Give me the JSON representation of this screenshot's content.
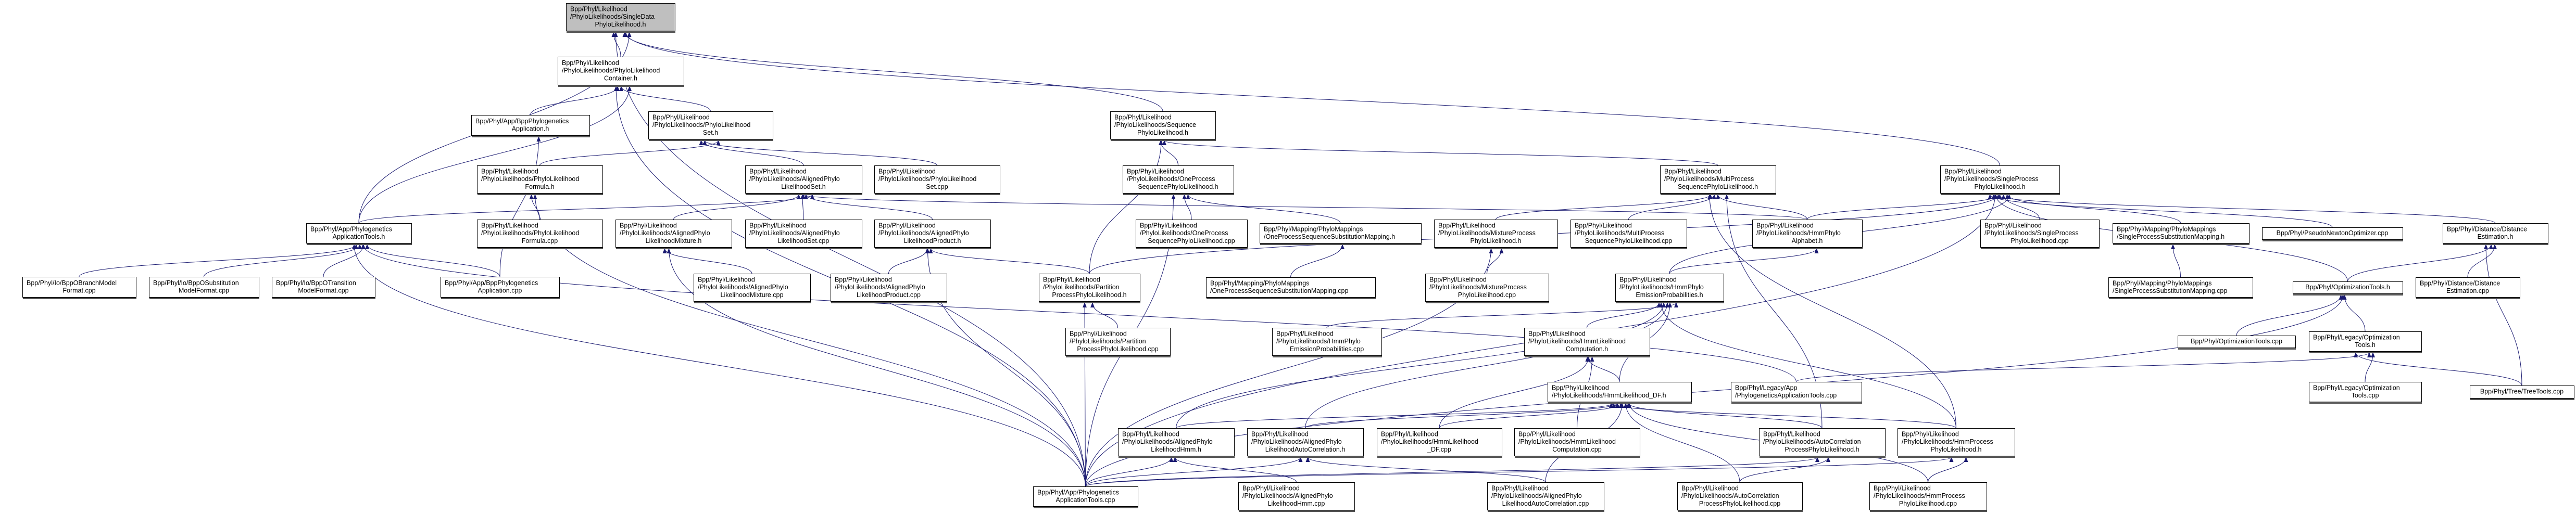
{
  "graph": {
    "edge_color": "#191970",
    "highlight_color": "#bfbfbf",
    "nodes": [
      {
        "id": 0,
        "lines": [
          "Bpp/Phyl/Likelihood",
          "/PhyloLikelihoods/SingleData",
          "PhyloLikelihood.h"
        ],
        "highlighted": true
      },
      {
        "id": 1,
        "lines": [
          "Bpp/Phyl/Likelihood",
          "/PhyloLikelihoods/PhyloLikelihood",
          "Container.h"
        ]
      },
      {
        "id": 2,
        "lines": [
          "Bpp/Phyl/App/BppPhylogenetics",
          "Application.h"
        ]
      },
      {
        "id": 3,
        "lines": [
          "Bpp/Phyl/Likelihood",
          "/PhyloLikelihoods/PhyloLikelihood",
          "Set.h"
        ]
      },
      {
        "id": 4,
        "lines": [
          "Bpp/Phyl/Likelihood",
          "/PhyloLikelihoods/Sequence",
          "PhyloLikelihood.h"
        ]
      },
      {
        "id": 5,
        "lines": [
          "Bpp/Phyl/Likelihood",
          "/PhyloLikelihoods/PhyloLikelihood",
          "Formula.h"
        ]
      },
      {
        "id": 6,
        "lines": [
          "Bpp/Phyl/Likelihood",
          "/PhyloLikelihoods/AlignedPhylo",
          "LikelihoodSet.h"
        ]
      },
      {
        "id": 7,
        "lines": [
          "Bpp/Phyl/Likelihood",
          "/PhyloLikelihoods/PhyloLikelihood",
          "Set.cpp"
        ]
      },
      {
        "id": 8,
        "lines": [
          "Bpp/Phyl/Likelihood",
          "/PhyloLikelihoods/OneProcess",
          "SequencePhyloLikelihood.h"
        ]
      },
      {
        "id": 9,
        "lines": [
          "Bpp/Phyl/Likelihood",
          "/PhyloLikelihoods/MultiProcess",
          "SequencePhyloLikelihood.h"
        ]
      },
      {
        "id": 10,
        "lines": [
          "Bpp/Phyl/Likelihood",
          "/PhyloLikelihoods/SingleProcess",
          "PhyloLikelihood.h"
        ]
      },
      {
        "id": 11,
        "lines": [
          "Bpp/Phyl/App/Phylogenetics",
          "ApplicationTools.h"
        ]
      },
      {
        "id": 12,
        "lines": [
          "Bpp/Phyl/Likelihood",
          "/PhyloLikelihoods/PhyloLikelihood",
          "Formula.cpp"
        ]
      },
      {
        "id": 13,
        "lines": [
          "Bpp/Phyl/Likelihood",
          "/PhyloLikelihoods/AlignedPhylo",
          "LikelihoodMixture.h"
        ]
      },
      {
        "id": 14,
        "lines": [
          "Bpp/Phyl/Likelihood",
          "/PhyloLikelihoods/AlignedPhylo",
          "LikelihoodSet.cpp"
        ]
      },
      {
        "id": 15,
        "lines": [
          "Bpp/Phyl/Likelihood",
          "/PhyloLikelihoods/AlignedPhylo",
          "LikelihoodProduct.h"
        ]
      },
      {
        "id": 16,
        "lines": [
          "Bpp/Phyl/Likelihood",
          "/PhyloLikelihoods/OneProcess",
          "SequencePhyloLikelihood.cpp"
        ]
      },
      {
        "id": 17,
        "lines": [
          "Bpp/Phyl/Mapping/PhyloMappings",
          "/OneProcessSequenceSubstitutionMapping.h"
        ]
      },
      {
        "id": 18,
        "lines": [
          "Bpp/Phyl/Likelihood",
          "/PhyloLikelihoods/MixtureProcess",
          "PhyloLikelihood.h"
        ]
      },
      {
        "id": 19,
        "lines": [
          "Bpp/Phyl/Likelihood",
          "/PhyloLikelihoods/MultiProcess",
          "SequencePhyloLikelihood.cpp"
        ]
      },
      {
        "id": 20,
        "lines": [
          "Bpp/Phyl/Likelihood",
          "/PhyloLikelihoods/HmmPhylo",
          "Alphabet.h"
        ]
      },
      {
        "id": 21,
        "lines": [
          "Bpp/Phyl/Likelihood",
          "/PhyloLikelihoods/SingleProcess",
          "PhyloLikelihood.cpp"
        ]
      },
      {
        "id": 22,
        "lines": [
          "Bpp/Phyl/Mapping/PhyloMappings",
          "/SingleProcessSubstitutionMapping.h"
        ]
      },
      {
        "id": 23,
        "lines": [
          "Bpp/Phyl/PseudoNewtonOptimizer.cpp"
        ]
      },
      {
        "id": 24,
        "lines": [
          "Bpp/Phyl/Distance/Distance",
          "Estimation.h"
        ]
      },
      {
        "id": 25,
        "lines": [
          "Bpp/Phyl/Io/BppOBranchModel",
          "Format.cpp"
        ]
      },
      {
        "id": 26,
        "lines": [
          "Bpp/Phyl/Io/BppOSubstitution",
          "ModelFormat.cpp"
        ]
      },
      {
        "id": 27,
        "lines": [
          "Bpp/Phyl/Io/BppOTransition",
          "ModelFormat.cpp"
        ]
      },
      {
        "id": 28,
        "lines": [
          "Bpp/Phyl/App/BppPhylogenetics",
          "Application.cpp"
        ]
      },
      {
        "id": 29,
        "lines": [
          "Bpp/Phyl/Likelihood",
          "/PhyloLikelihoods/AlignedPhylo",
          "LikelihoodMixture.cpp"
        ]
      },
      {
        "id": 30,
        "lines": [
          "Bpp/Phyl/Likelihood",
          "/PhyloLikelihoods/AlignedPhylo",
          "LikelihoodProduct.cpp"
        ]
      },
      {
        "id": 31,
        "lines": [
          "Bpp/Phyl/Likelihood",
          "/PhyloLikelihoods/Partition",
          "ProcessPhyloLikelihood.h"
        ]
      },
      {
        "id": 32,
        "lines": [
          "Bpp/Phyl/Mapping/PhyloMappings",
          "/OneProcessSequenceSubstitutionMapping.cpp"
        ]
      },
      {
        "id": 33,
        "lines": [
          "Bpp/Phyl/Likelihood",
          "/PhyloLikelihoods/MixtureProcess",
          "PhyloLikelihood.cpp"
        ]
      },
      {
        "id": 34,
        "lines": [
          "Bpp/Phyl/Likelihood",
          "/PhyloLikelihoods/HmmPhylo",
          "EmissionProbabilities.h"
        ]
      },
      {
        "id": 35,
        "lines": [
          "Bpp/Phyl/Mapping/PhyloMappings",
          "/SingleProcessSubstitutionMapping.cpp"
        ]
      },
      {
        "id": 36,
        "lines": [
          "Bpp/Phyl/OptimizationTools.h"
        ]
      },
      {
        "id": 37,
        "lines": [
          "Bpp/Phyl/Distance/Distance",
          "Estimation.cpp"
        ]
      },
      {
        "id": 38,
        "lines": [
          "Bpp/Phyl/Likelihood",
          "/PhyloLikelihoods/Partition",
          "ProcessPhyloLikelihood.cpp"
        ]
      },
      {
        "id": 39,
        "lines": [
          "Bpp/Phyl/Likelihood",
          "/PhyloLikelihoods/HmmPhylo",
          "EmissionProbabilities.cpp"
        ]
      },
      {
        "id": 40,
        "lines": [
          "Bpp/Phyl/Likelihood",
          "/PhyloLikelihoods/HmmLikelihood",
          "Computation.h"
        ]
      },
      {
        "id": 41,
        "lines": [
          "Bpp/Phyl/OptimizationTools.cpp"
        ]
      },
      {
        "id": 42,
        "lines": [
          "Bpp/Phyl/Legacy/Optimization",
          "Tools.h"
        ]
      },
      {
        "id": 43,
        "lines": [
          "Bpp/Phyl/Likelihood",
          "/PhyloLikelihoods/HmmLikelihood_DF.h"
        ]
      },
      {
        "id": 44,
        "lines": [
          "Bpp/Phyl/Legacy/App",
          "/PhylogeneticsApplicationTools.cpp"
        ]
      },
      {
        "id": 45,
        "lines": [
          "Bpp/Phyl/Legacy/Optimization",
          "Tools.cpp"
        ]
      },
      {
        "id": 46,
        "lines": [
          "Bpp/Phyl/Tree/TreeTools.cpp"
        ]
      },
      {
        "id": 47,
        "lines": [
          "Bpp/Phyl/Likelihood",
          "/PhyloLikelihoods/AlignedPhylo",
          "LikelihoodHmm.h"
        ]
      },
      {
        "id": 48,
        "lines": [
          "Bpp/Phyl/Likelihood",
          "/PhyloLikelihoods/AlignedPhylo",
          "LikelihoodAutoCorrelation.h"
        ]
      },
      {
        "id": 49,
        "lines": [
          "Bpp/Phyl/Likelihood",
          "/PhyloLikelihoods/HmmLikelihood",
          "_DF.cpp"
        ]
      },
      {
        "id": 50,
        "lines": [
          "Bpp/Phyl/Likelihood",
          "/PhyloLikelihoods/HmmLikelihood",
          "Computation.cpp"
        ]
      },
      {
        "id": 51,
        "lines": [
          "Bpp/Phyl/Likelihood",
          "/PhyloLikelihoods/AutoCorrelation",
          "ProcessPhyloLikelihood.h"
        ]
      },
      {
        "id": 52,
        "lines": [
          "Bpp/Phyl/Likelihood",
          "/PhyloLikelihoods/HmmProcess",
          "PhyloLikelihood.h"
        ]
      },
      {
        "id": 53,
        "lines": [
          "Bpp/Phyl/App/Phylogenetics",
          "ApplicationTools.cpp"
        ]
      },
      {
        "id": 54,
        "lines": [
          "Bpp/Phyl/Likelihood",
          "/PhyloLikelihoods/AlignedPhylo",
          "LikelihoodHmm.cpp"
        ]
      },
      {
        "id": 55,
        "lines": [
          "Bpp/Phyl/Likelihood",
          "/PhyloLikelihoods/AlignedPhylo",
          "LikelihoodAutoCorrelation.cpp"
        ]
      },
      {
        "id": 56,
        "lines": [
          "Bpp/Phyl/Likelihood",
          "/PhyloLikelihoods/AutoCorrelation",
          "ProcessPhyloLikelihood.cpp"
        ]
      },
      {
        "id": 57,
        "lines": [
          "Bpp/Phyl/Likelihood",
          "/PhyloLikelihoods/HmmProcess",
          "PhyloLikelihood.cpp"
        ]
      }
    ],
    "edges": [
      [
        1,
        0
      ],
      [
        11,
        0
      ],
      [
        53,
        0
      ],
      [
        4,
        0
      ],
      [
        10,
        0
      ],
      [
        2,
        1
      ],
      [
        3,
        1
      ],
      [
        11,
        1
      ],
      [
        53,
        1
      ],
      [
        28,
        2
      ],
      [
        5,
        3
      ],
      [
        6,
        3
      ],
      [
        7,
        3
      ],
      [
        8,
        4
      ],
      [
        9,
        4
      ],
      [
        31,
        4
      ],
      [
        12,
        5
      ],
      [
        53,
        5
      ],
      [
        11,
        6
      ],
      [
        13,
        6
      ],
      [
        14,
        6
      ],
      [
        15,
        6
      ],
      [
        20,
        6
      ],
      [
        16,
        8
      ],
      [
        17,
        8
      ],
      [
        53,
        8
      ],
      [
        18,
        9
      ],
      [
        19,
        9
      ],
      [
        20,
        9
      ],
      [
        51,
        9
      ],
      [
        52,
        9
      ],
      [
        20,
        10
      ],
      [
        21,
        10
      ],
      [
        22,
        10
      ],
      [
        23,
        10
      ],
      [
        24,
        10
      ],
      [
        36,
        10
      ],
      [
        53,
        10
      ],
      [
        31,
        10
      ],
      [
        34,
        10
      ],
      [
        25,
        11
      ],
      [
        26,
        11
      ],
      [
        27,
        11
      ],
      [
        28,
        11
      ],
      [
        53,
        11
      ],
      [
        44,
        11
      ],
      [
        29,
        13
      ],
      [
        53,
        13
      ],
      [
        30,
        15
      ],
      [
        31,
        15
      ],
      [
        53,
        15
      ],
      [
        38,
        31
      ],
      [
        53,
        31
      ],
      [
        32,
        17
      ],
      [
        33,
        18
      ],
      [
        53,
        18
      ],
      [
        39,
        34
      ],
      [
        40,
        34
      ],
      [
        43,
        34
      ],
      [
        47,
        34
      ],
      [
        48,
        34
      ],
      [
        52,
        34
      ],
      [
        34,
        20
      ],
      [
        35,
        22
      ],
      [
        36,
        24
      ],
      [
        37,
        24
      ],
      [
        46,
        24
      ],
      [
        41,
        36
      ],
      [
        42,
        36
      ],
      [
        53,
        36
      ],
      [
        44,
        42
      ],
      [
        45,
        42
      ],
      [
        46,
        42
      ],
      [
        49,
        43
      ],
      [
        43,
        40
      ],
      [
        50,
        40
      ],
      [
        49,
        40
      ],
      [
        47,
        43
      ],
      [
        48,
        43
      ],
      [
        51,
        43
      ],
      [
        52,
        43
      ],
      [
        55,
        43
      ],
      [
        56,
        43
      ],
      [
        57,
        43
      ],
      [
        54,
        47
      ],
      [
        53,
        47
      ],
      [
        53,
        48
      ],
      [
        55,
        48
      ],
      [
        56,
        51
      ],
      [
        53,
        51
      ],
      [
        57,
        52
      ],
      [
        53,
        52
      ]
    ]
  }
}
